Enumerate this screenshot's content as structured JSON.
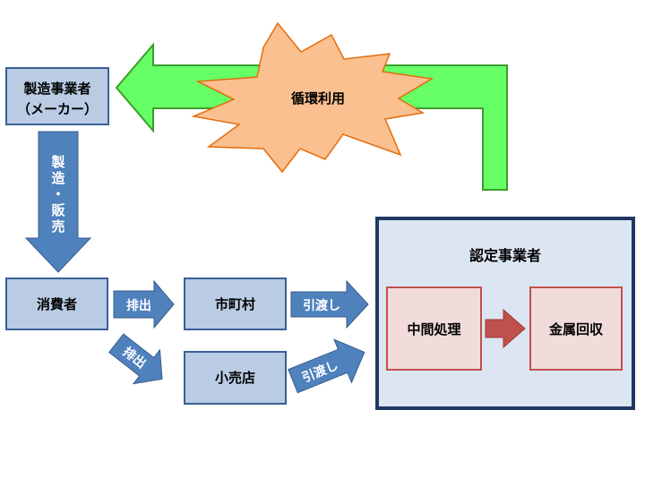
{
  "diagram": {
    "manufacturer": {
      "line1": "製造事業者",
      "line2": "（メーカー）"
    },
    "recycle_label": "循環利用",
    "manufacture_sale": {
      "chars": [
        "製",
        "造",
        "・",
        "販",
        "売"
      ]
    },
    "consumer": "消費者",
    "municipality": "市町村",
    "retailer": "小売店",
    "discharge_top": "排出",
    "discharge_bottom": "排出",
    "handover_top": "引渡し",
    "handover_bottom": "引渡し",
    "certified": {
      "title": "認定事業者",
      "intermediate": "中間処理",
      "metal_recovery": "金属回収"
    },
    "colors": {
      "blue_box_fill": "#b9cce4",
      "blue_border": "#3a5f96",
      "arrow_blue": "#4f81bd",
      "green_arrow": "#66ff66",
      "burst_fill": "#fac090",
      "panel_fill": "#dce6f2",
      "panel_border": "#1f3864",
      "red_box_fill": "#f2dcdb",
      "red_border": "#c0504d",
      "red_arrow": "#c0504d"
    }
  }
}
